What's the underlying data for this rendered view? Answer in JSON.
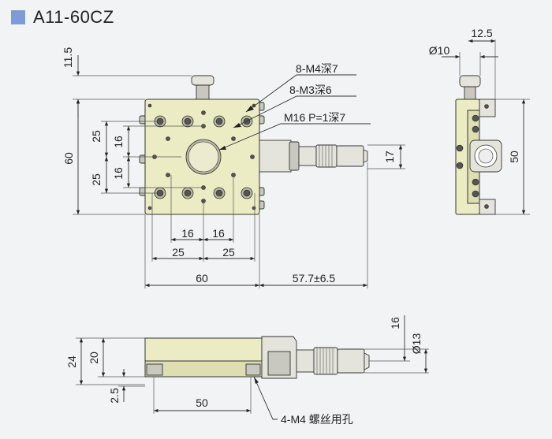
{
  "title": "A11-60CZ",
  "labels": {
    "m4_holes": "8-M4深7",
    "m3_holes": "8-M3深6",
    "center_thread": "M16 P=1深7",
    "bottom_holes": "4-M4 螺丝用孔"
  },
  "dimensions": {
    "top_11_5": "11.5",
    "left_60": "60",
    "left_25a": "25",
    "left_16a": "16",
    "left_16b": "16",
    "left_25b": "25",
    "bottom_16a": "16",
    "bottom_16b": "16",
    "bottom_25a": "25",
    "bottom_25b": "25",
    "bottom_60": "60",
    "bottom_57_7": "57.7±6.5",
    "right_17": "17",
    "side_phi10": "Ø10",
    "side_12_5": "12.5",
    "side_50": "50",
    "front_24": "24",
    "front_20": "20",
    "front_2_5": "2.5",
    "front_50": "50",
    "front_16": "16",
    "front_phi13": "Ø13"
  },
  "colors": {
    "title_square": "#7d9bd6",
    "body": "#ececc4",
    "background": "#f2f3f4"
  }
}
